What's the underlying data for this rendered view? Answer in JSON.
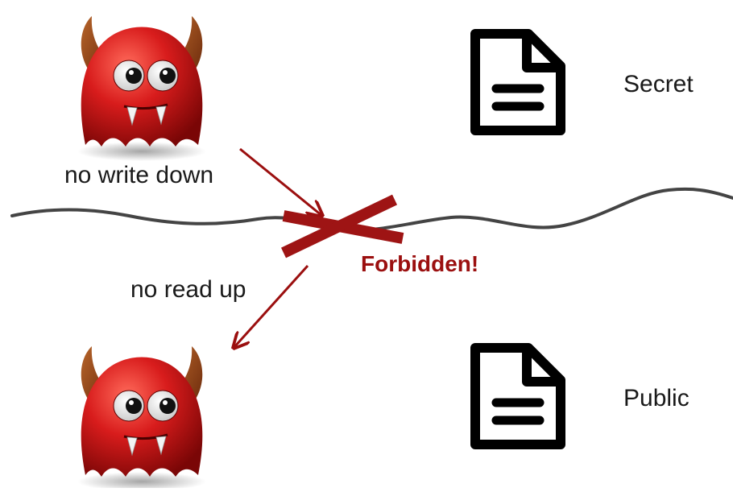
{
  "labels": {
    "secret": "Secret",
    "public": "Public",
    "no_write_down": "no write down",
    "no_read_up": "no read up",
    "forbidden": "Forbidden!"
  },
  "colors": {
    "forbidden": "#9b0f0f",
    "cross": "#9e1414",
    "arrow": "#9b0f0f",
    "divider": "#444444",
    "devil_body": "#d61a1a",
    "devil_horn": "#8a3a12",
    "document": "#000000"
  },
  "icons": {
    "devil": "devil-icon",
    "document": "document-icon",
    "cross": "cross-icon"
  }
}
